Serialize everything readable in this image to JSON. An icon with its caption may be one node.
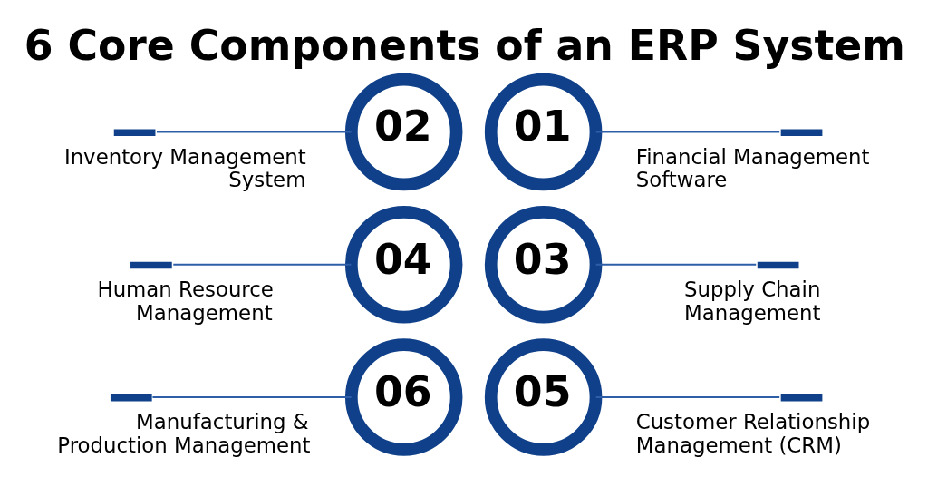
{
  "diagram": {
    "title": "6 Core Components of an ERP System",
    "nodes": [
      {
        "text": [
          "01"
        ]
      },
      {
        "text": [
          "Financial Management Software"
        ]
      },
      {
        "text": [
          "02"
        ]
      },
      {
        "text": [
          "Inventory Management System"
        ]
      },
      {
        "text": [
          "03"
        ]
      },
      {
        "text": [
          "Supply Chain Management"
        ]
      },
      {
        "text": [
          "04"
        ]
      },
      {
        "text": [
          "Human Resource Management"
        ]
      },
      {
        "text": [
          "05"
        ]
      },
      {
        "text": [
          "Customer Relationship Management (CRM)"
        ]
      },
      {
        "text": [
          "06"
        ]
      },
      {
        "text": [
          "Manufacturing & Production Management"
        ]
      }
    ],
    "edges": [
      {
        "from": 0,
        "to": 1,
        "arrow": "none"
      },
      {
        "from": 3,
        "to": 2,
        "arrow": "none"
      },
      {
        "from": 4,
        "to": 5,
        "arrow": "none"
      },
      {
        "from": 7,
        "to": 6,
        "arrow": "none"
      },
      {
        "from": 8,
        "to": 9,
        "arrow": "none"
      },
      {
        "from": 11,
        "to": 10,
        "arrow": "none"
      }
    ]
  }
}
